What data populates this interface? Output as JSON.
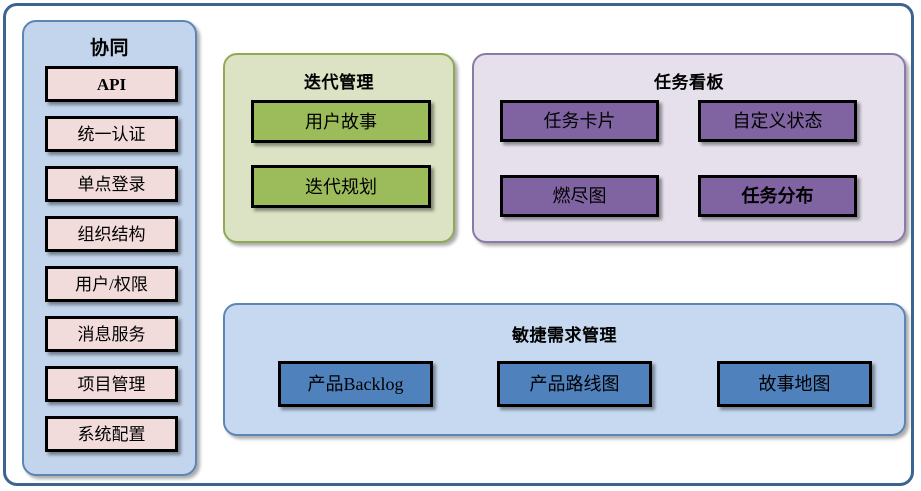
{
  "diagram": {
    "type": "block-architecture",
    "background": "#ffffff",
    "frame_border_color": "#3d6490",
    "panels": [
      {
        "id": "collab",
        "title": "协同",
        "fill": "#c3d5ec",
        "border": "#5c85b4",
        "node_fill": "#f2dcdb",
        "nodes": [
          {
            "label": "API",
            "bold": true
          },
          {
            "label": "统一认证",
            "bold": false
          },
          {
            "label": "单点登录",
            "bold": false
          },
          {
            "label": "组织结构",
            "bold": false
          },
          {
            "label": "用户/权限",
            "bold": false
          },
          {
            "label": "消息服务",
            "bold": false
          },
          {
            "label": "项目管理",
            "bold": false
          },
          {
            "label": "系统配置",
            "bold": false
          }
        ]
      },
      {
        "id": "iteration",
        "title": "迭代管理",
        "fill": "#dbe3c4",
        "border": "#8faa54",
        "node_fill": "#9cbb5a",
        "nodes": [
          {
            "label": "用户故事",
            "bold": false
          },
          {
            "label": "迭代规划",
            "bold": false
          }
        ]
      },
      {
        "id": "taskboard",
        "title": "任务看板",
        "fill": "#e6e0ec",
        "border": "#8a7aa8",
        "node_fill": "#8064a2",
        "nodes": [
          {
            "label": "任务卡片",
            "bold": false
          },
          {
            "label": "自定义状态",
            "bold": false
          },
          {
            "label": "燃尽图",
            "bold": false
          },
          {
            "label": "任务分布",
            "bold": true
          }
        ]
      },
      {
        "id": "agile",
        "title": "敏捷需求管理",
        "fill": "#c6d9f1",
        "border": "#5c85b4",
        "node_fill": "#4f81bd",
        "nodes": [
          {
            "label": "产品Backlog",
            "bold": false
          },
          {
            "label": "产品路线图",
            "bold": false
          },
          {
            "label": "故事地图",
            "bold": false
          }
        ]
      }
    ]
  }
}
